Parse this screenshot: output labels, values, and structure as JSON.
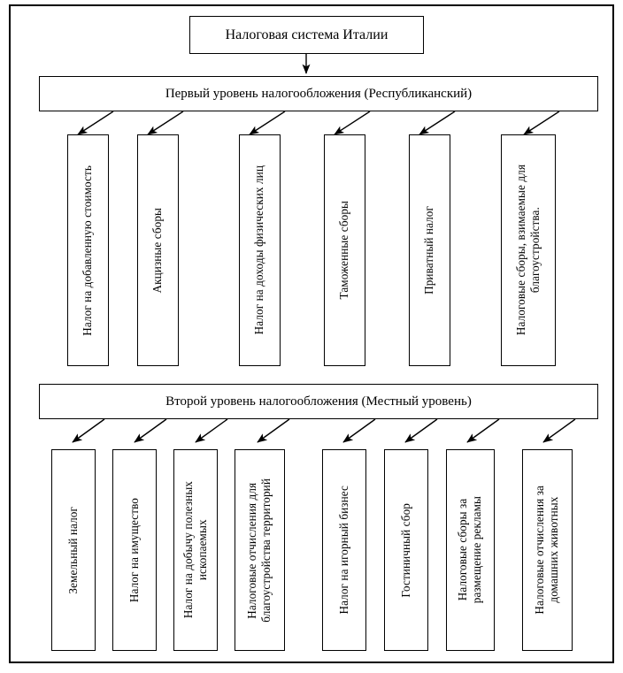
{
  "diagram": {
    "type": "hierarchy-tree",
    "language": "ru",
    "root": {
      "label": "Налоговая система Италии"
    },
    "levels": [
      {
        "id": "level1",
        "label": "Первый уровень налогообложения (Республиканский)",
        "items": [
          {
            "label": "Налог на добавленную стоимость"
          },
          {
            "label": "Акцизные сборы"
          },
          {
            "label": "Налог на доходы физических лиц"
          },
          {
            "label": "Таможенные сборы"
          },
          {
            "label": "Приватный налог"
          },
          {
            "label": "Налоговые сборы, взимаемые для\nблагоустройства."
          }
        ]
      },
      {
        "id": "level2",
        "label": "Второй уровень налогообложения (Местный уровень)",
        "items": [
          {
            "label": "Земельный налог"
          },
          {
            "label": "Налог на имущество"
          },
          {
            "label": "Налог на добычу полезных\nископаемых"
          },
          {
            "label": "Налоговые отчисления для\nблагоустройства территорий"
          },
          {
            "label": "Налог на игорный бизнес"
          },
          {
            "label": "Гостиничный сбор"
          },
          {
            "label": "Налоговые сборы за\nразмещение рекламы"
          },
          {
            "label": "Налоговые отчисления за\nдомашних животных"
          }
        ]
      }
    ],
    "colors": {
      "stroke": "#000000",
      "background": "#ffffff",
      "text": "#000000"
    }
  }
}
